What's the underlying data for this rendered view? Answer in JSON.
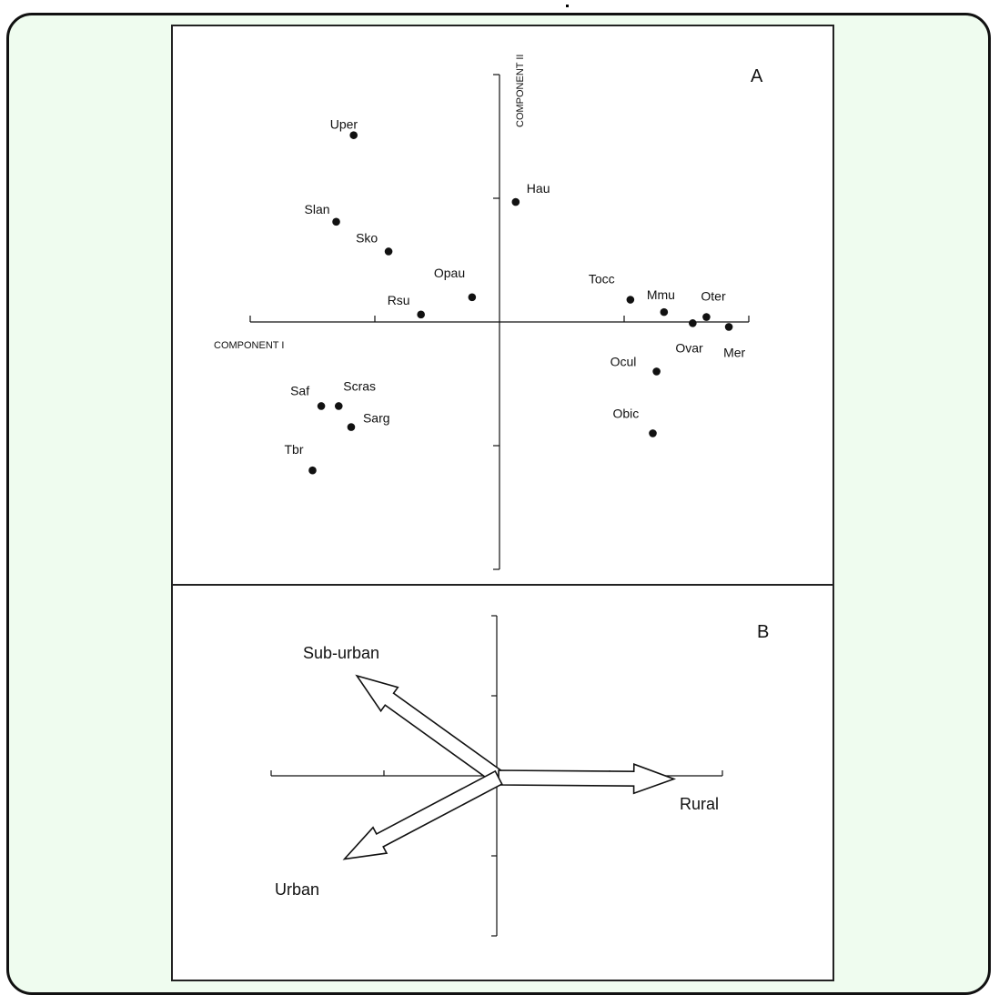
{
  "chart_data": [
    {
      "panel": "A",
      "type": "scatter",
      "panel_label": "A",
      "xlabel": "COMPONENT I",
      "ylabel": "COMPONENT II",
      "xlim": [
        -2,
        2
      ],
      "ylim": [
        -2,
        2
      ],
      "grid": false,
      "points": [
        {
          "label": "Uper",
          "x": -1.17,
          "y": 1.51
        },
        {
          "label": "Slan",
          "x": -1.31,
          "y": 0.81
        },
        {
          "label": "Sko",
          "x": -0.89,
          "y": 0.57
        },
        {
          "label": "Hau",
          "x": 0.13,
          "y": 0.97
        },
        {
          "label": "Opau",
          "x": -0.22,
          "y": 0.2
        },
        {
          "label": "Rsu",
          "x": -0.63,
          "y": 0.06
        },
        {
          "label": "Tocc",
          "x": 1.05,
          "y": 0.18
        },
        {
          "label": "Mmu",
          "x": 1.32,
          "y": 0.08
        },
        {
          "label": "Oter",
          "x": 1.66,
          "y": 0.04
        },
        {
          "label": "Ovar",
          "x": 1.55,
          "y": -0.01
        },
        {
          "label": "Mer",
          "x": 1.84,
          "y": -0.04
        },
        {
          "label": "Ocul",
          "x": 1.26,
          "y": -0.4
        },
        {
          "label": "Obic",
          "x": 1.23,
          "y": -0.9
        },
        {
          "label": "Saf",
          "x": -1.43,
          "y": -0.68
        },
        {
          "label": "Scras",
          "x": -1.29,
          "y": -0.68
        },
        {
          "label": "Sarg",
          "x": -1.19,
          "y": -0.85
        },
        {
          "label": "Tbr",
          "x": -1.5,
          "y": -1.2
        }
      ]
    },
    {
      "panel": "B",
      "type": "vector",
      "panel_label": "B",
      "xlim": [
        -2,
        2
      ],
      "ylim": [
        -2,
        2
      ],
      "vectors": [
        {
          "label": "Sub-urban",
          "x": -1.24,
          "y": 1.25
        },
        {
          "label": "Rural",
          "x": 1.57,
          "y": -0.04
        },
        {
          "label": "Urban",
          "x": -1.35,
          "y": -1.04
        }
      ]
    }
  ],
  "colors": {
    "background_frame": "#effcef",
    "ink": "#111111",
    "plot_background": "#ffffff"
  }
}
